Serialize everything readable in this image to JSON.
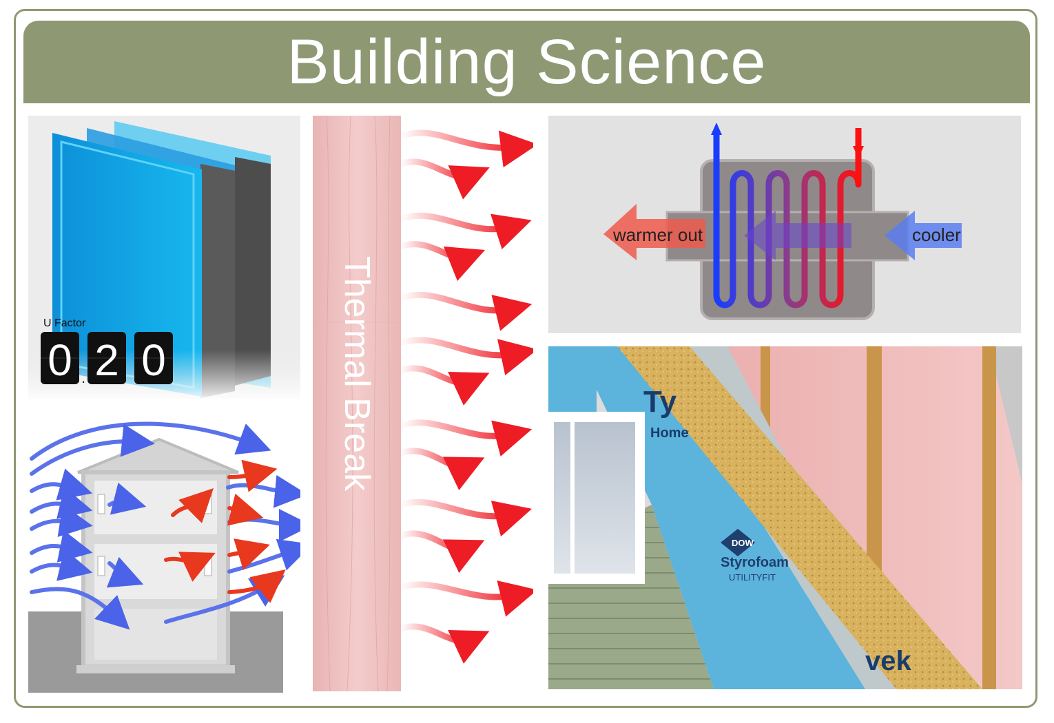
{
  "title": "Building Science",
  "window_panel": {
    "u_factor_label": "U Factor",
    "digits": [
      "0",
      "2",
      "0"
    ],
    "decimal": "."
  },
  "thermal_panel": {
    "label": "Thermal Break"
  },
  "heat_exchanger_panel": {
    "out_label": "warmer out",
    "in_label": "cooler"
  },
  "wall_panel": {
    "wrap_brand_1": "Ty",
    "wrap_brand_2": "Home",
    "foam_brand": "Styrofoam",
    "foam_product": "UTILITYFIT",
    "maker_logo": "DOW",
    "wrap_partial": "vek"
  },
  "colors": {
    "banner": "#8e9974",
    "frame_border": "#8e9974",
    "heat_red": "#ee1c25",
    "cool_blue": "#1a3cff",
    "glass_blue": "#12aee8",
    "insulation_pink": "#f0c5c3",
    "osb_tan": "#d8b25f",
    "housewrap_blue": "#5cb3dc",
    "siding_green": "#9aa98a"
  }
}
